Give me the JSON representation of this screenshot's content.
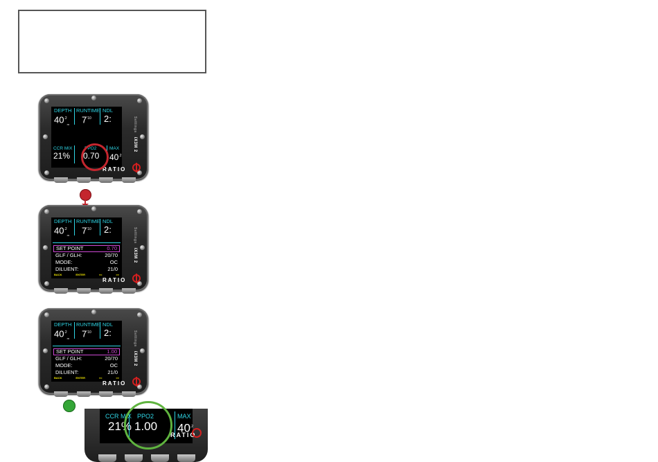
{
  "device": {
    "side_label_top": "Settings",
    "side_label_model": "iX3M 2",
    "brand": "RATIO"
  },
  "dive": {
    "depth_label": "DEPTH",
    "depth_value": "40",
    "depth_frac": ".2",
    "depth_unit": "m",
    "runtime_label": "RUNTIME",
    "runtime_value": "7",
    "runtime_sec": "'10",
    "ndl_label": "NDL",
    "ndl_value": "2:"
  },
  "screen1": {
    "ccr_mix_label": "CCR MIX",
    "ccr_mix_value": "21%",
    "ppo2_label": "PPO2",
    "ppo2_value": "0.70",
    "max_label": "MAX",
    "max_value": "40",
    "max_frac": ".2"
  },
  "menu2": {
    "items": [
      {
        "label": "SET POINT",
        "value": "0.70"
      },
      {
        "label": "GLF / GLH:",
        "value": "20/70"
      },
      {
        "label": "MODE:",
        "value": "OC"
      },
      {
        "label": "DILUENT:",
        "value": "21/0"
      }
    ]
  },
  "menu3": {
    "items": [
      {
        "label": "SET POINT",
        "value": "1.00"
      },
      {
        "label": "GLF / GLH:",
        "value": "20/70"
      },
      {
        "label": "MODE:",
        "value": "OC"
      },
      {
        "label": "DILUENT:",
        "value": "21/0"
      }
    ]
  },
  "softkeys": {
    "back": "BACK",
    "enter": "ENTER",
    "prev": "<<",
    "next": ">>"
  },
  "zoom": {
    "ccr_mix_label": "CCR MIX",
    "ccr_mix_value": "21%",
    "ppo2_label": "PPO2",
    "ppo2_value": "1.00",
    "max_label": "MAX",
    "max_value": "40",
    "max_frac": ".2"
  },
  "colors": {
    "label_cyan": "#2fd6e6",
    "highlight_magenta": "#d04ad6",
    "softkey_yellow": "#f3e900",
    "marker_red": "#c4262e",
    "marker_green": "#34a637"
  }
}
